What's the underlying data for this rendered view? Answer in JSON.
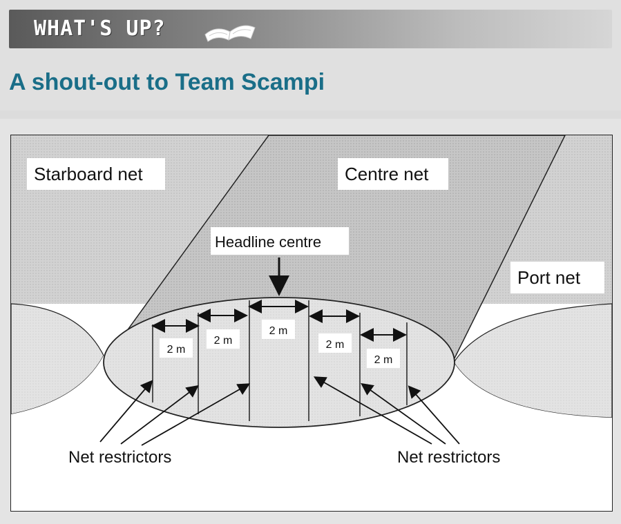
{
  "header": {
    "section_label": "WHAT'S UP?",
    "title": "A shout-out to Team Scampi"
  },
  "diagram": {
    "labels": {
      "starboard": "Starboard net",
      "centre": "Centre net",
      "port": "Port net",
      "headline": "Headline centre",
      "restrictors_left": "Net restrictors",
      "restrictors_right": "Net restrictors"
    },
    "spacings": [
      "2 m",
      "2 m",
      "2 m",
      "2 m",
      "2 m"
    ]
  },
  "colors": {
    "title": "#1a6e88",
    "net_fill": "#cfcfcf",
    "net_dark": "#bdbdbd"
  }
}
